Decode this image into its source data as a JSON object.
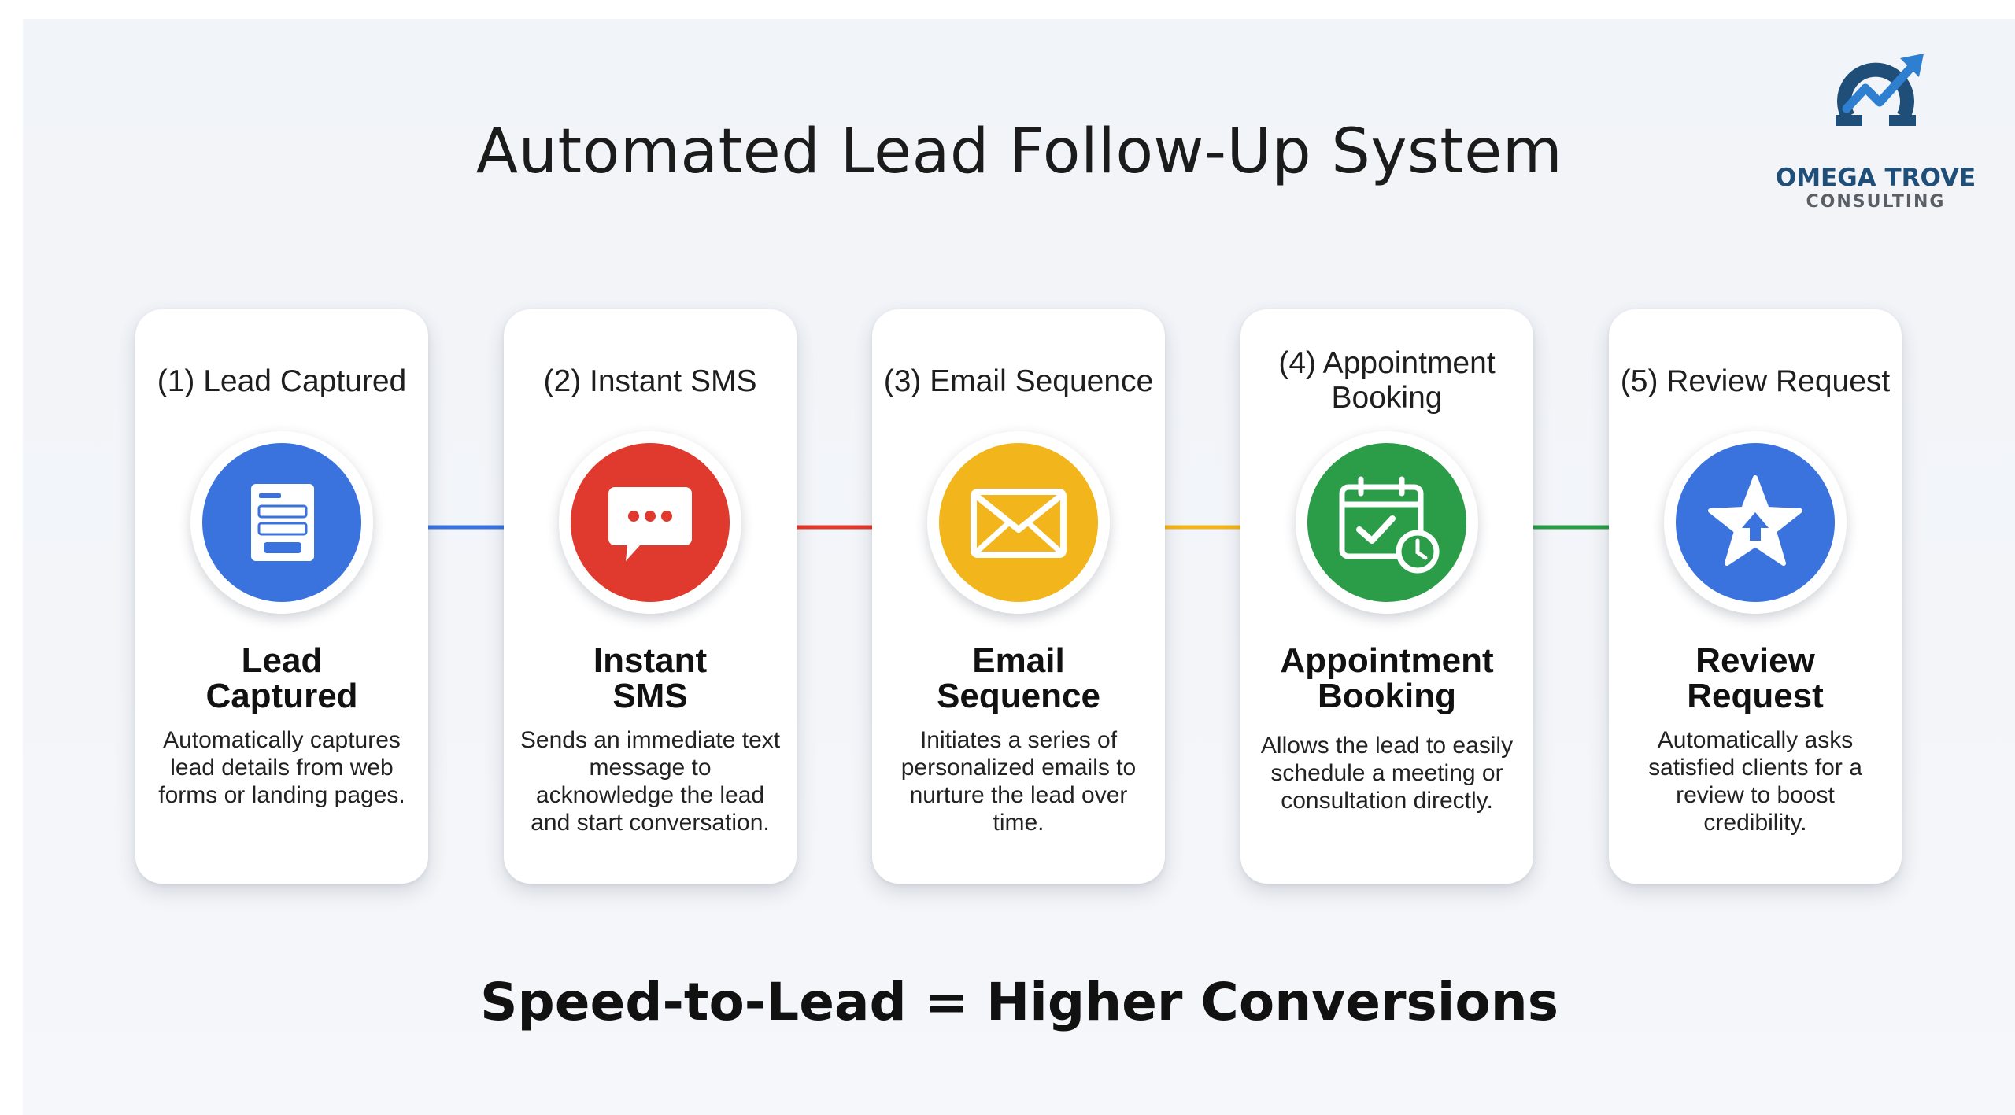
{
  "title": "Automated Lead Follow-Up System",
  "logo": {
    "name": "OMEGA TROVE",
    "subtitle": "CONSULTING",
    "icon": "omega-arrow-icon"
  },
  "colors": {
    "blue": "#3b73de",
    "red": "#e0392d",
    "yellow": "#f2b51c",
    "green": "#2b9c48",
    "logo_navy": "#1f4e79",
    "logo_accent": "#2f7fd1"
  },
  "steps": [
    {
      "heading": "(1) Lead Captured",
      "title_line1": "Lead",
      "title_line2": "Captured",
      "description": "Automatically captures lead details from web forms or landing pages.",
      "icon": "form-icon",
      "color": "#3b73de"
    },
    {
      "heading": "(2) Instant SMS",
      "title_line1": "Instant",
      "title_line2": "SMS",
      "description": "Sends an immediate text message to acknowledge the lead and start conversation.",
      "icon": "chat-bubble-icon",
      "color": "#e0392d"
    },
    {
      "heading": "(3) Email Sequence",
      "title_line1": "Email",
      "title_line2": "Sequence",
      "description": "Initiates a series of personalized emails to nurture the lead over time.",
      "icon": "envelope-icon",
      "color": "#f2b51c"
    },
    {
      "heading_line1": "(4) Appointment",
      "heading_line2": "Booking",
      "title_line1": "Appointment",
      "title_line2": "Booking",
      "description": "Allows the lead to easily schedule a meeting or consultation directly.",
      "icon": "calendar-clock-icon",
      "color": "#2b9c48"
    },
    {
      "heading": "(5) Review Request",
      "title_line1": "Review",
      "title_line2": "Request",
      "description": "Automatically asks satisfied clients for a review to boost credibility.",
      "icon": "star-icon",
      "color": "#3b73de"
    }
  ],
  "tagline": "Speed-to-Lead = Higher Conversions"
}
